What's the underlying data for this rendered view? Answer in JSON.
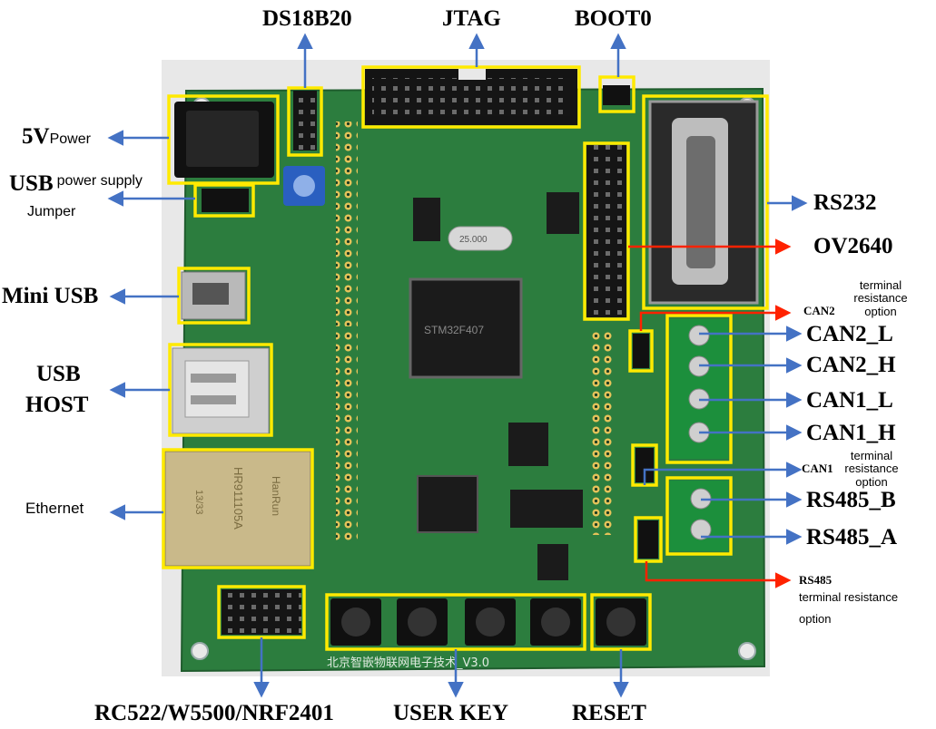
{
  "labels": {
    "ds18b20": "DS18B20",
    "jtag": "JTAG",
    "boot0": "BOOT0",
    "power_5v": "5V",
    "power_5v_suffix": "Power",
    "usb": "USB",
    "usb_suffix": "power supply",
    "usb_jumper": "Jumper",
    "mini_usb": "Mini USB",
    "usb_host_1": "USB",
    "usb_host_2": "HOST",
    "ethernet": "Ethernet",
    "rs232": "RS232",
    "ov2640": "OV2640",
    "can2_term": "CAN2",
    "can2_term_note_1": "terminal",
    "can2_term_note_2": "resistance",
    "can2_term_note_3": "option",
    "can2_l": "CAN2_L",
    "can2_h": "CAN2_H",
    "can1_l": "CAN1_L",
    "can1_h": "CAN1_H",
    "can1_term": "CAN1",
    "can1_term_note_1": "terminal",
    "can1_term_note_2": "resistance",
    "can1_term_note_3": "option",
    "rs485_b": "RS485_B",
    "rs485_a": "RS485_A",
    "rs485_term": "RS485",
    "rs485_term_note_1": "terminal resistance",
    "rs485_term_note_2": "option",
    "rc522": "RC522/W5500/NRF2401",
    "user_key": "USER KEY",
    "reset": "RESET"
  },
  "board": {
    "bottom_text": "北京智嵌物联网电子技术_V3.0",
    "mcu_marking": "STM32F407",
    "ethernet_jack_brand": "HanRun",
    "ethernet_jack_model": "HR911105A",
    "ethernet_jack_code": "13/33",
    "crystal_marking": "25.000"
  },
  "colors": {
    "board_green": "#2c7d3e",
    "highlight_yellow": "#ffea00",
    "arrow_blue": "#4472c4",
    "arrow_red": "#ff2200"
  }
}
